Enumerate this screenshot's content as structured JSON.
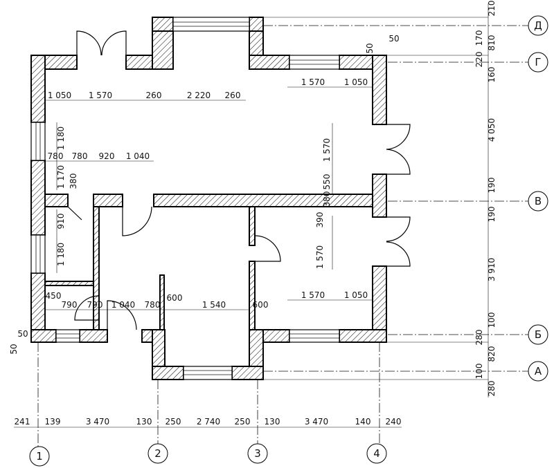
{
  "axes": {
    "numbers": [
      "1",
      "2",
      "3",
      "4"
    ],
    "letters": [
      "Д",
      "Г",
      "В",
      "Б",
      "А"
    ]
  },
  "dims": {
    "bottom": [
      "241",
      "139",
      "3 470",
      "130",
      "250",
      "2 740",
      "250",
      "130",
      "3 470",
      "140",
      "240"
    ],
    "right": [
      "210",
      "170",
      "810",
      "220",
      "160",
      "4 050",
      "190",
      "190",
      "3 910",
      "100",
      "280",
      "820",
      "100",
      "280"
    ],
    "room_top_left": [
      "1 050",
      "1 570",
      "260",
      "2 220",
      "260"
    ],
    "room_top_right": [
      "1 570",
      "1 050"
    ],
    "room_mid": [
      "780",
      "780",
      "920",
      "1 040"
    ],
    "left_vertical": [
      "1 180",
      "1 170",
      "380",
      "910",
      "1 180"
    ],
    "right_vertical": [
      "1 570",
      "550",
      "380",
      "390",
      "1 570"
    ],
    "bottom_row": [
      "450",
      "790",
      "790",
      "1 040",
      "780",
      "600",
      "1 540",
      "600"
    ],
    "bottom_right": [
      "1 570",
      "1 050"
    ],
    "small_50": [
      "50",
      "50",
      "50",
      "50"
    ]
  }
}
